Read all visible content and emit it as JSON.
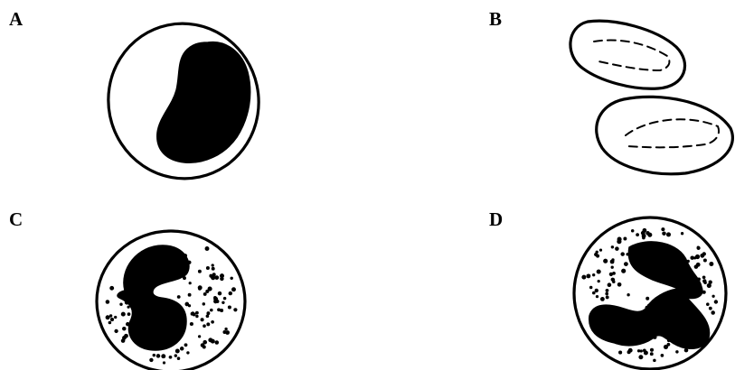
{
  "panels": [
    {
      "id": "A",
      "label": "A"
    },
    {
      "id": "B",
      "label": "B"
    },
    {
      "id": "C",
      "label": "C"
    },
    {
      "id": "D",
      "label": "D"
    }
  ],
  "colors": {
    "ink": "#000000",
    "background": "#ffffff"
  }
}
